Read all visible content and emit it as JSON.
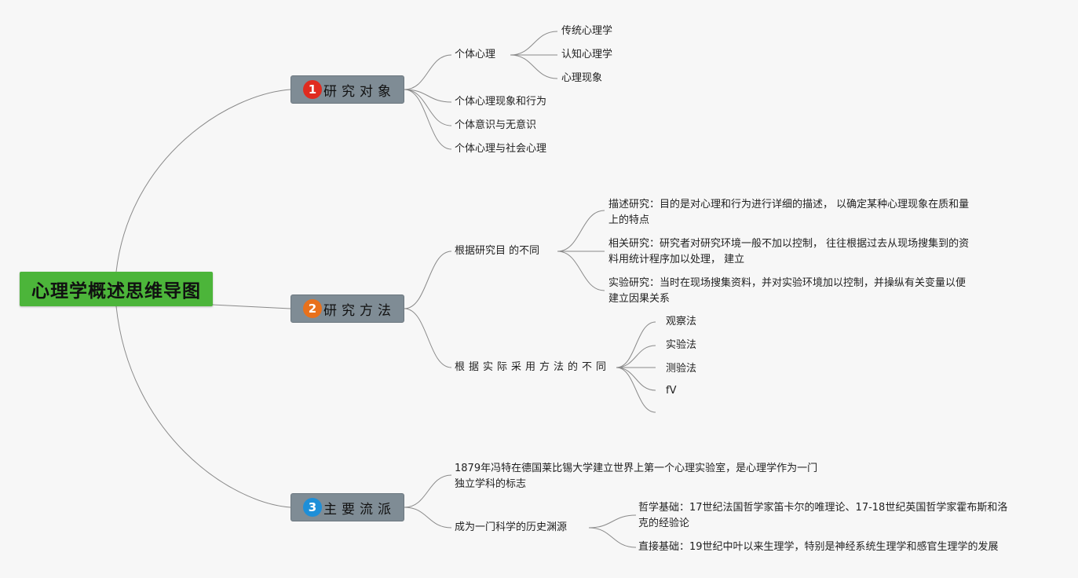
{
  "root": {
    "title": "心理学概述思维导图"
  },
  "branches": [
    {
      "num": "1",
      "title": "研究对象",
      "badge_color": "#e02b1f",
      "children": [
        {
          "text": "个体心理",
          "children": [
            "传统心理学",
            "认知心理学",
            "心理现象"
          ]
        },
        {
          "text": "个体心理现象和行为"
        },
        {
          "text": "个体意识与无意识"
        },
        {
          "text": "个体心理与社会心理"
        }
      ]
    },
    {
      "num": "2",
      "title": "研究方法",
      "badge_color": "#e8711c",
      "children": [
        {
          "text": "根据研究目 的不同",
          "children": [
            {
              "line1": "描述研究：目的是对心理和行为进行详细的描述， 以确定某种心理现象在质和量",
              "line2": "上的特点"
            },
            {
              "line1": "相关研究：研究者对研究环境一般不加以控制， 往往根据过去从现场搜集到的资",
              "line2": "料用统计程序加以处理， 建立"
            },
            {
              "line1": "实验研究：当时在现场搜集资料，并对实验环境加以控制，并操纵有关变量以便",
              "line2": "建立因果关系"
            }
          ]
        },
        {
          "text": "根据实际采用方法的不同",
          "children": [
            "观察法",
            "实验法",
            "测验法",
            "fV",
            ""
          ]
        }
      ]
    },
    {
      "num": "3",
      "title": "主要流派",
      "badge_color": "#1e8fd8",
      "children": [
        {
          "line1": "1879年冯特在德国莱比锡大学建立世界上第一个心理实验室，是心理学作为一门",
          "line2": "独立学科的标志"
        },
        {
          "text": "成为一门科学的历史渊源",
          "children": [
            {
              "line1": "哲学基础：17世纪法国哲学家笛卡尔的唯理论、17-18世纪英国哲学家霍布斯和洛",
              "line2": "克的经验论"
            },
            {
              "line1": "直接基础：19世纪中叶以来生理学，特别是神经系统生理学和感官生理学的发展"
            }
          ]
        }
      ]
    }
  ]
}
